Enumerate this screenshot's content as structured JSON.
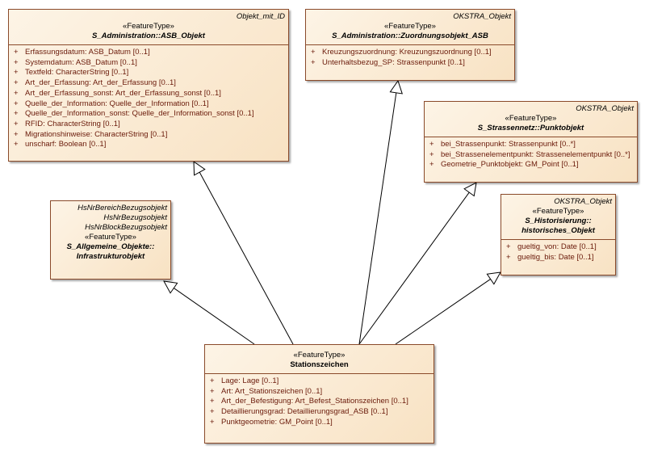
{
  "classes": [
    {
      "id": "asb",
      "parents": [
        "Objekt_mit_ID"
      ],
      "stereotype": "«FeatureType»",
      "name_lines": [
        "S_Administration::ASB_Objekt"
      ],
      "attributes": [
        "Erfassungsdatum: ASB_Datum [0..1]",
        "Systemdatum: ASB_Datum [0..1]",
        "Textfeld: CharacterString [0..1]",
        "Art_der_Erfassung: Art_der_Erfassung [0..1]",
        "Art_der_Erfassung_sonst: Art_der_Erfassung_sonst [0..1]",
        "Quelle_der_Information: Quelle_der_Information [0..1]",
        "Quelle_der_Information_sonst: Quelle_der_Information_sonst [0..1]",
        "RFID: CharacterString [0..1]",
        "Migrationshinweise: CharacterString [0..1]",
        "unscharf: Boolean [0..1]"
      ]
    },
    {
      "id": "zuord",
      "parents": [
        "OKSTRA_Objekt"
      ],
      "stereotype": "«FeatureType»",
      "name_lines": [
        "S_Administration::Zuordnungsobjekt_ASB"
      ],
      "attributes": [
        "Kreuzungszuordnung: Kreuzungszuordnung [0..1]",
        "Unterhaltsbezug_SP: Strassenpunkt [0..1]"
      ]
    },
    {
      "id": "punkt",
      "parents": [
        "OKSTRA_Objekt"
      ],
      "stereotype": "«FeatureType»",
      "name_lines": [
        "S_Strassennetz::Punktobjekt"
      ],
      "attributes": [
        "bei_Strassenpunkt: Strassenpunkt [0..*]",
        "bei_Strassenelementpunkt: Strassenelementpunkt [0..*]",
        "Geometrie_Punktobjekt: GM_Point [0..1]"
      ]
    },
    {
      "id": "hist",
      "parents": [
        "OKSTRA_Objekt"
      ],
      "stereotype": "«FeatureType»",
      "name_lines": [
        "S_Historisierung::",
        "historisches_Objekt"
      ],
      "attributes": [
        "gueltig_von: Date [0..1]",
        "gueltig_bis: Date [0..1]"
      ]
    },
    {
      "id": "infra",
      "parents": [
        "HsNrBereichBezugsobjekt",
        "HsNrBezugsobjekt",
        "HsNrBlockBezugsobjekt"
      ],
      "stereotype": "«FeatureType»",
      "name_lines": [
        "S_Allgemeine_Objekte::",
        "Infrastrukturobjekt"
      ],
      "attributes": []
    },
    {
      "id": "stat",
      "parents": [],
      "stereotype": "«FeatureType»",
      "name_lines": [
        "Stationszeichen"
      ],
      "attributes": [
        "Lage: Lage [0..1]",
        "Art: Art_Stationszeichen [0..1]",
        "Art_der_Befestigung: Art_Befest_Stationszeichen [0..1]",
        "Detaillierungsgrad: Detaillierungsgrad_ASB [0..1]",
        "Punktgeometrie: GM_Point [0..1]"
      ]
    }
  ],
  "visibility_symbol": "+",
  "generalizations": [
    {
      "from": "stat",
      "to": "asb"
    },
    {
      "from": "stat",
      "to": "zuord"
    },
    {
      "from": "stat",
      "to": "punkt"
    },
    {
      "from": "stat",
      "to": "hist"
    },
    {
      "from": "stat",
      "to": "infra"
    }
  ]
}
